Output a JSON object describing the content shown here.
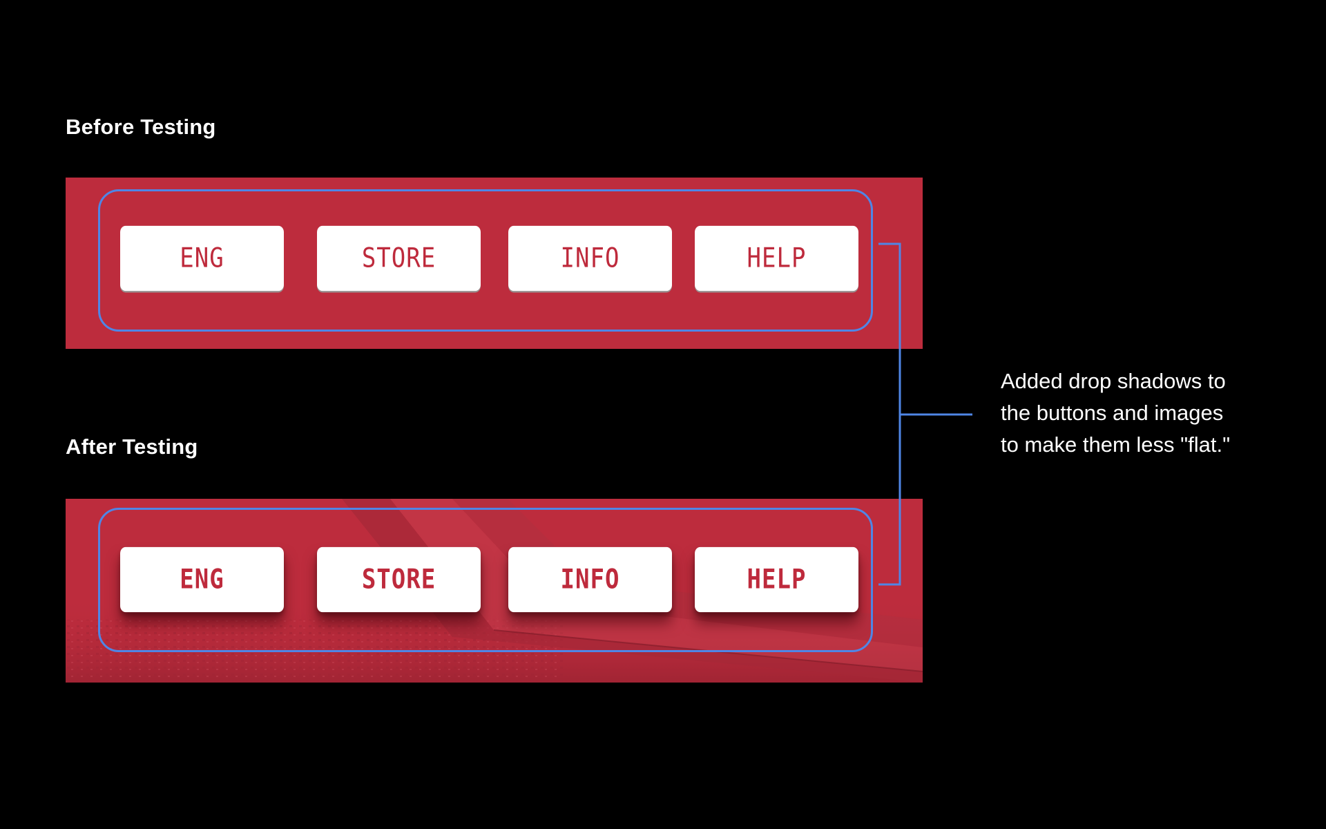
{
  "before": {
    "title": "Before Testing",
    "buttons": [
      "ENG",
      "STORE",
      "INFO",
      "HELP"
    ]
  },
  "after": {
    "title": "After Testing",
    "buttons": [
      "ENG",
      "STORE",
      "INFO",
      "HELP"
    ]
  },
  "annotation": {
    "line1": "Added drop shadows to",
    "line2": "the buttons and images",
    "line3": "to make them less \"flat.\""
  },
  "colors": {
    "background": "#000000",
    "banner_red": "#bd2c3d",
    "button_text_red": "#be2a3c",
    "highlight_blue": "#4f86e6",
    "text_white": "#ffffff"
  }
}
